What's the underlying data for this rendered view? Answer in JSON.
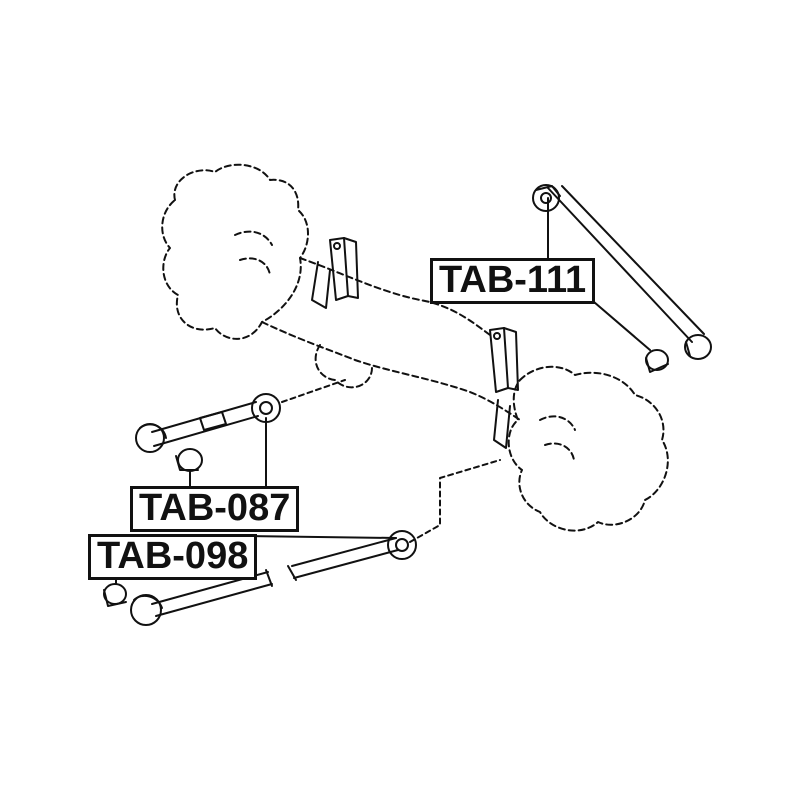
{
  "diagram": {
    "parts": [
      {
        "id": "tab-111",
        "label": "TAB-111"
      },
      {
        "id": "tab-087",
        "label": "TAB-087"
      },
      {
        "id": "tab-098",
        "label": "TAB-098"
      }
    ]
  },
  "colors": {
    "ink": "#111111",
    "background": "#ffffff"
  }
}
